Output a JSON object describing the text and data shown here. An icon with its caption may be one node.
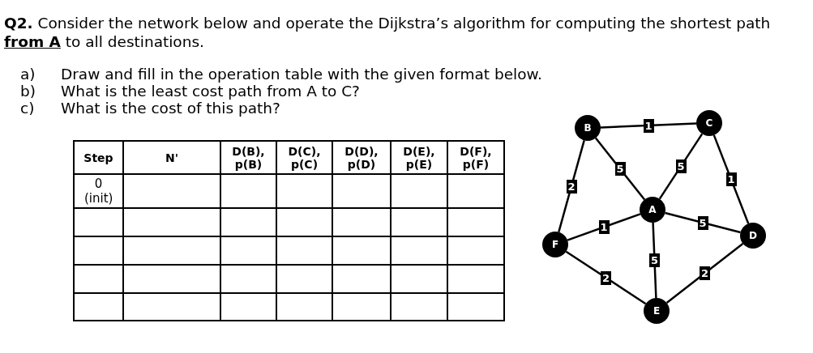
{
  "diagram": {
    "nodes": [
      {
        "text": [
          "B"
        ]
      },
      {
        "text": [
          "C"
        ]
      },
      {
        "text": [
          "A"
        ]
      },
      {
        "text": [
          "F"
        ]
      },
      {
        "text": [
          "D"
        ]
      },
      {
        "text": [
          "E"
        ]
      }
    ],
    "edges": [
      {
        "from": 0,
        "to": 1,
        "arrow": "none",
        "label": "1"
      },
      {
        "from": 0,
        "to": 3,
        "arrow": "none",
        "label": "2"
      },
      {
        "from": 0,
        "to": 2,
        "arrow": "none",
        "label": "5"
      },
      {
        "from": 1,
        "to": 2,
        "arrow": "none",
        "label": "5"
      },
      {
        "from": 1,
        "to": 4,
        "arrow": "none",
        "label": "1"
      },
      {
        "from": 2,
        "to": 3,
        "arrow": "none",
        "label": "1"
      },
      {
        "from": 2,
        "to": 4,
        "arrow": "none",
        "label": "5"
      },
      {
        "from": 2,
        "to": 5,
        "arrow": "none",
        "label": "5"
      },
      {
        "from": 3,
        "to": 5,
        "arrow": "none",
        "label": "2"
      },
      {
        "from": 4,
        "to": 5,
        "arrow": "none",
        "label": "2"
      }
    ],
    "labels": [
      "**Q2.** Consider the network below and operate the Dijkstra’s algorithm for computing the shortest path **from A** to all destinations.",
      "a)",
      "Draw and fill in the operation table with the given format below.",
      "b)",
      "What is the least cost path from A to C?",
      "c)",
      "What is the cost of this path?",
      "Step",
      "N'",
      "D(B), p(B)",
      "D(C), p(C)",
      "D(D), p(D)",
      "D(E), p(E)",
      "D(F), p(F)",
      "0 (init)"
    ]
  }
}
